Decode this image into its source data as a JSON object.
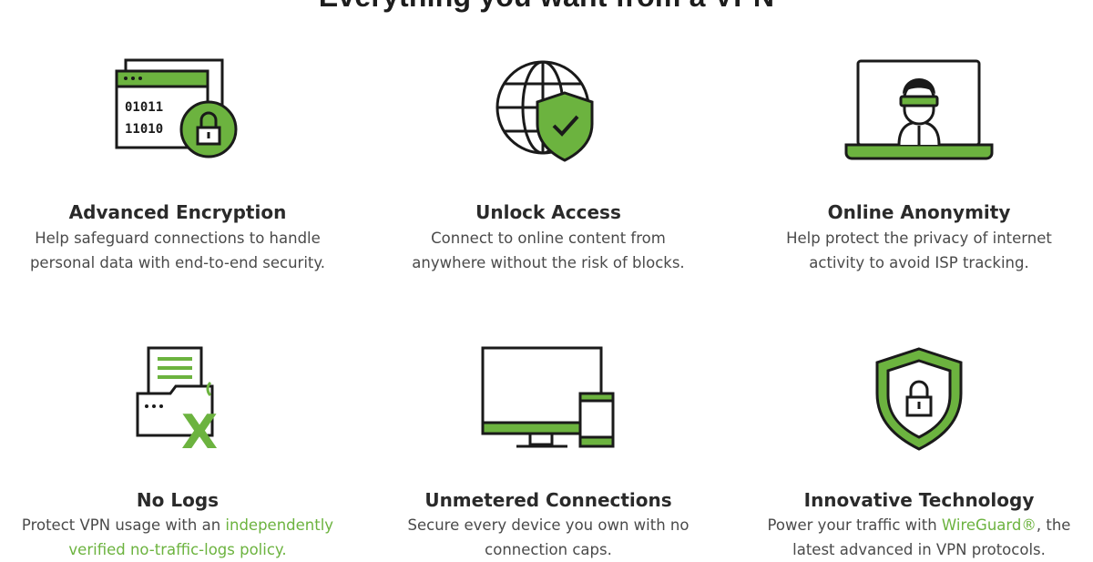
{
  "heading": "Everything you want from a VPN",
  "features": [
    {
      "title": "Advanced Encryption",
      "line1": "Help safeguard connections to handle",
      "line2": "personal data with end-to-end security.",
      "icon": "encrypted-code-lock-icon"
    },
    {
      "title": "Unlock Access",
      "line1": "Connect to online content from",
      "line2": "anywhere without the risk of blocks.",
      "icon": "globe-shield-icon"
    },
    {
      "title": "Online Anonymity",
      "line1": "Help protect the privacy of internet",
      "line2": "activity to avoid ISP tracking.",
      "icon": "laptop-anonymous-user-icon"
    },
    {
      "title": "No Logs",
      "line1_pre": "Protect VPN usage with an ",
      "line1_link": "independently",
      "line2_link": "verified no-traffic-logs policy.",
      "icon": "folder-document-x-icon"
    },
    {
      "title": "Unmetered Connections",
      "line1": "Secure every device you own with no",
      "line2": "connection caps.",
      "icon": "monitor-phone-icon"
    },
    {
      "title": "Innovative Technology",
      "line1_pre": "Power your traffic with ",
      "line1_link": "WireGuard®",
      "line1_post": ", the",
      "line2": "latest advanced in VPN protocols.",
      "icon": "shield-lock-icon"
    }
  ],
  "colors": {
    "accent": "#6cb33f",
    "text": "#2a2a2a",
    "body_text": "#4a4a4a",
    "link": "#6cb33f"
  }
}
